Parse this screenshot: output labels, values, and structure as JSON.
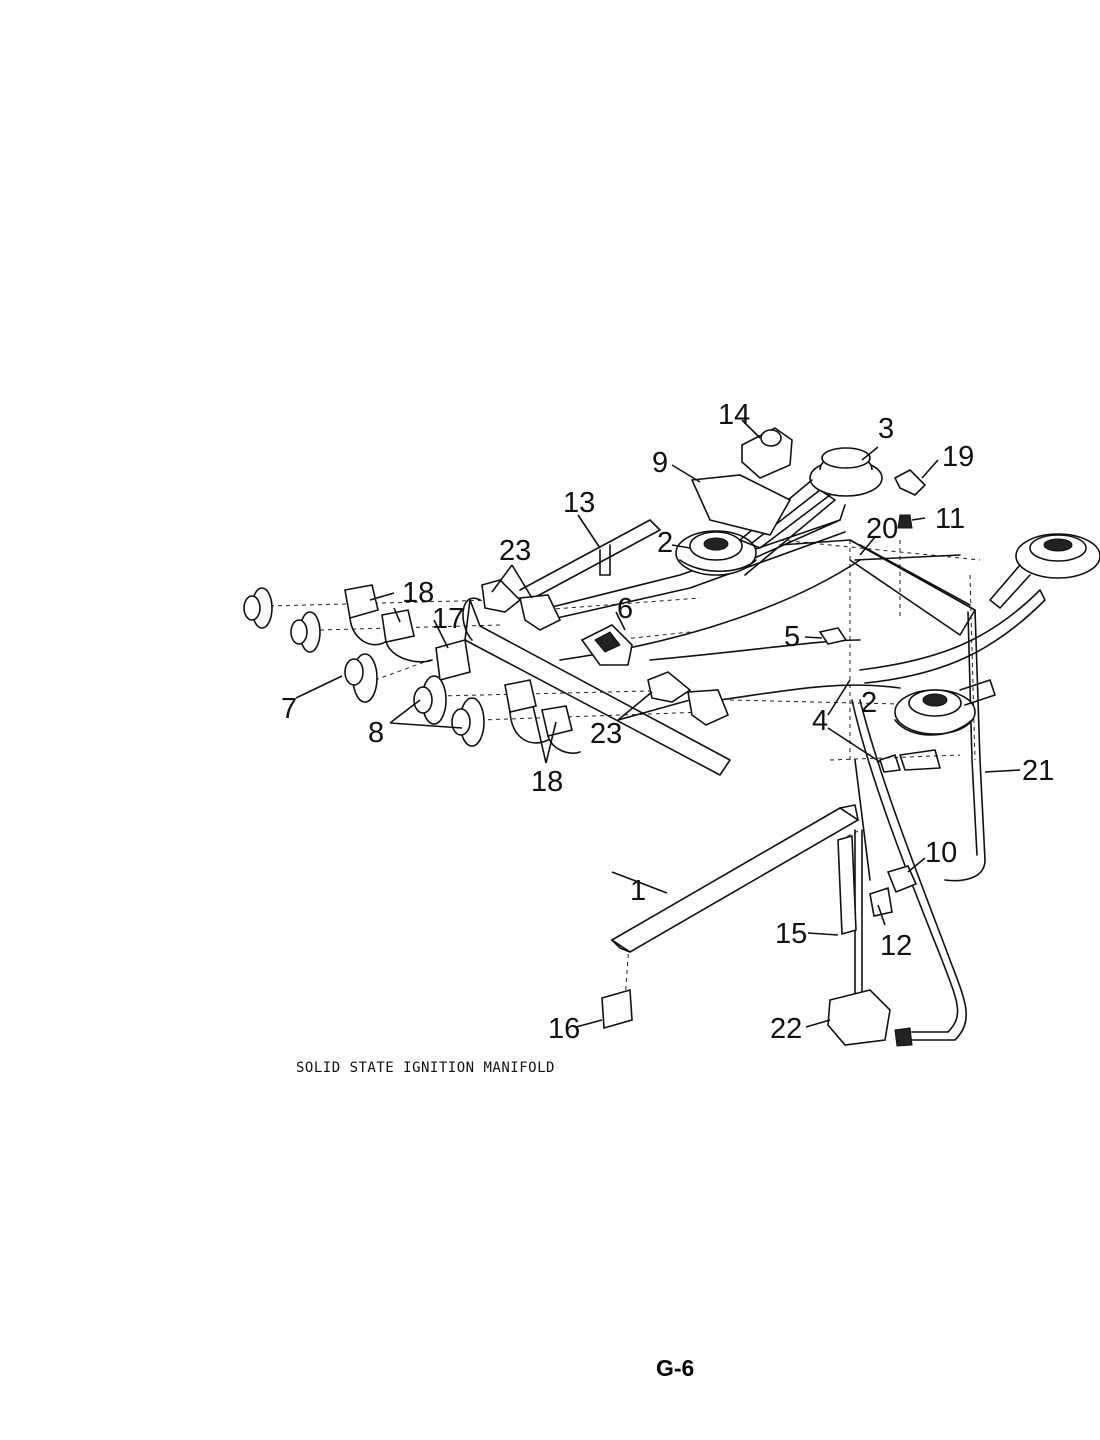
{
  "caption": "SOLID STATE IGNITION MANIFOLD",
  "page_number": "G-6",
  "callouts": [
    "1",
    "2",
    "2",
    "3",
    "4",
    "5",
    "6",
    "7",
    "8",
    "9",
    "10",
    "11",
    "12",
    "13",
    "14",
    "15",
    "16",
    "17",
    "18",
    "18",
    "19",
    "20",
    "21",
    "22",
    "23",
    "23"
  ]
}
